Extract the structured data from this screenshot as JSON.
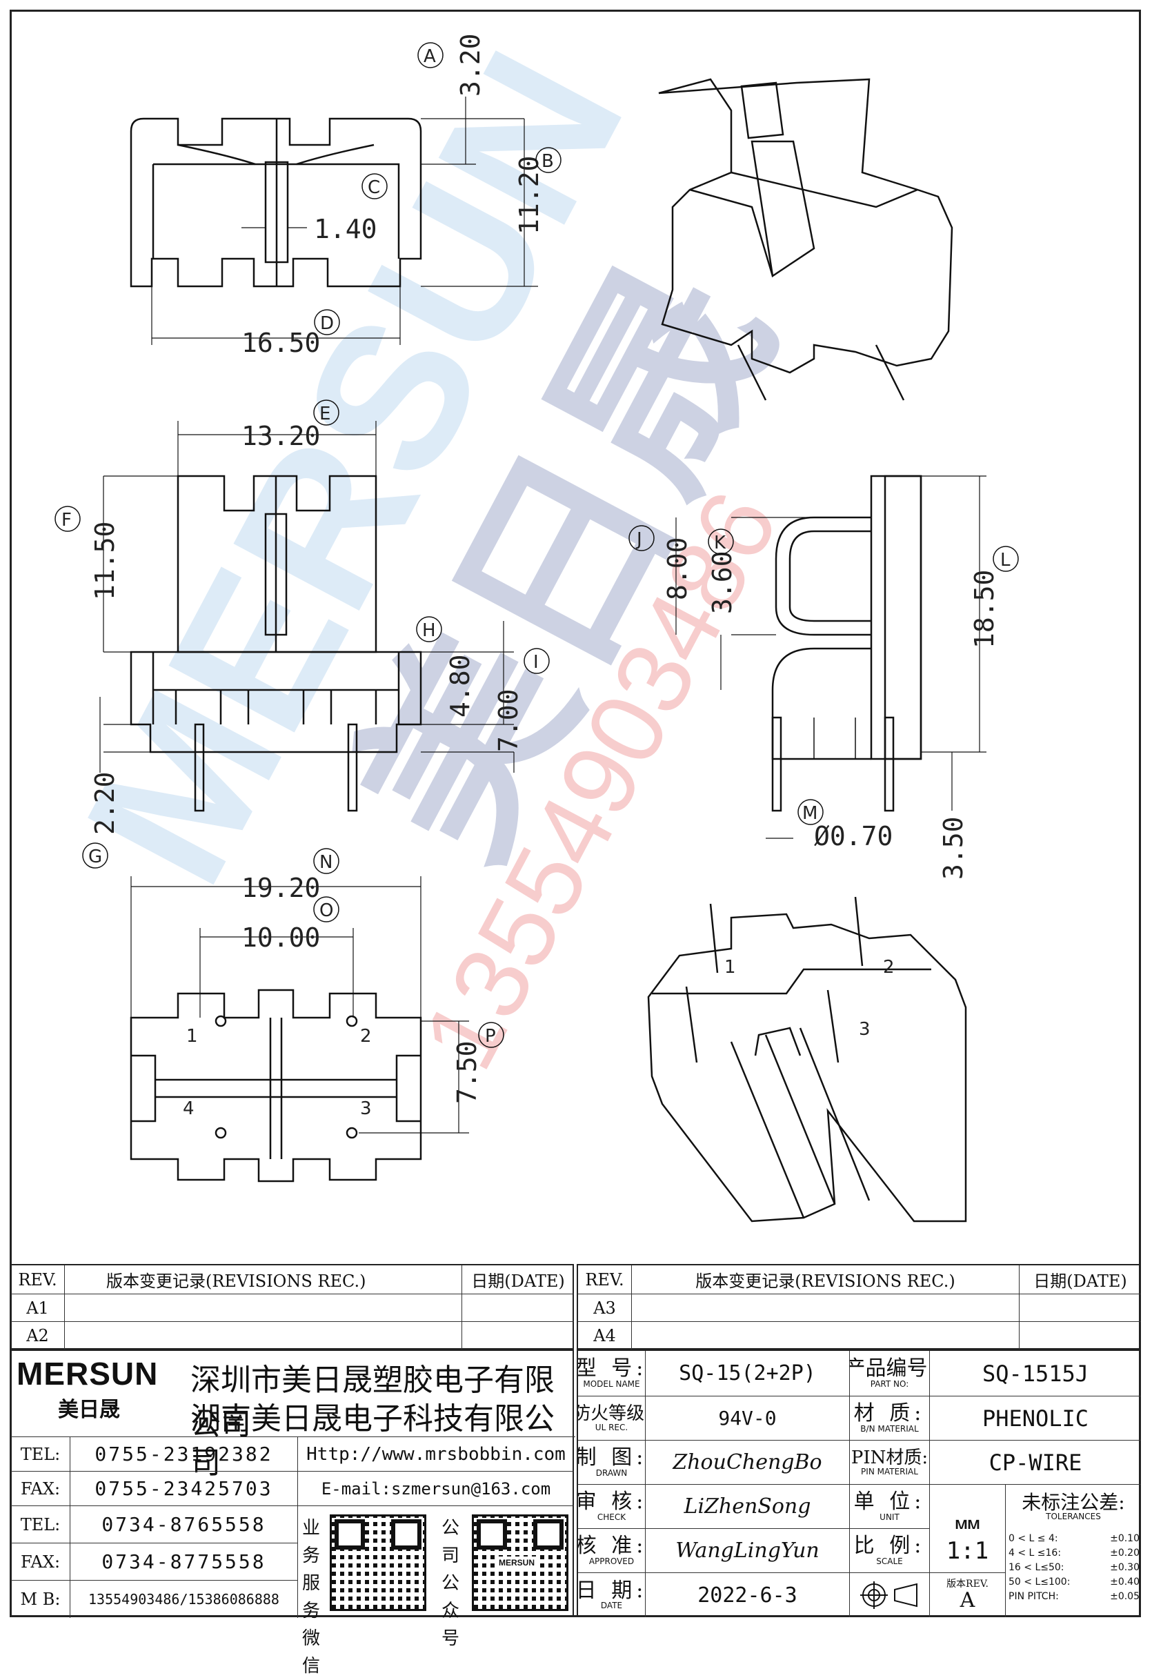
{
  "watermark": {
    "brand": "MERSUN",
    "cn": "美日晟",
    "phone": "13554903486"
  },
  "dims": {
    "A": "A",
    "B": "B",
    "C": "C",
    "D": "D",
    "E": "E",
    "F": "F",
    "G": "G",
    "H": "H",
    "I": "I",
    "J": "J",
    "K": "K",
    "L": "L",
    "M": "M",
    "N": "N",
    "O": "O",
    "P": "P",
    "v320": "3.20",
    "v1120": "11.20",
    "v140": "1.40",
    "v1650": "16.50",
    "v1320": "13.20",
    "v1150": "11.50",
    "v480": "4.80",
    "v700": "7.00",
    "v220": "2.20",
    "v800": "8.00",
    "v360": "3.60",
    "v1850": "18.50",
    "v070": "Ø0.70",
    "v350": "3.50",
    "v1920": "19.20",
    "v1000": "10.00",
    "v750": "7.50",
    "pin1": "1",
    "pin2": "2",
    "pin3": "3",
    "pin4": "4"
  },
  "left_table": {
    "rev_header": "REV.",
    "rec_header": "版本变更记录(REVISIONS REC.)",
    "date_header": "日期(DATE)",
    "rows": [
      "A1",
      "A2"
    ]
  },
  "right_table": {
    "rev_header": "REV.",
    "rec_header": "版本变更记录(REVISIONS REC.)",
    "date_header": "日期(DATE)",
    "rows": [
      "A3",
      "A4"
    ]
  },
  "company": {
    "logo": "MERSUN",
    "logo_cn": "美日晟",
    "name1": "深圳市美日晟塑胶电子有限公司",
    "name2": "湖南美日晟电子科技有限公司"
  },
  "contacts": [
    {
      "label": "TEL:",
      "value": "0755-23192382",
      "extra": "Http://www.mrsbobbin.com"
    },
    {
      "label": "FAX:",
      "value": "0755-23425703",
      "extra": "E-mail:szmersun@163.com"
    },
    {
      "label": "TEL:",
      "value": "0734-8765558"
    },
    {
      "label": "FAX:",
      "value": "0734-8775558"
    },
    {
      "label": "M B:",
      "value": "13554903486/15386086888"
    }
  ],
  "qr": {
    "label1": "业务服务微信",
    "label2": "公司公众号",
    "inner": "MERSUN"
  },
  "spec": {
    "model_label": "型 号:",
    "model_en": "MODEL NAME",
    "model_value": "SQ-15(2+2P)",
    "part_label": "产品编号:",
    "part_en": "PART NO:",
    "part_value": "SQ-1515J",
    "ul_label": "防火等级:",
    "ul_en": "UL REC.",
    "ul_value": "94V-0",
    "mat_label": "材 质:",
    "mat_en": "B/N MATERIAL",
    "mat_value": "PHENOLIC",
    "drawn_label": "制 图:",
    "drawn_en": "DRAWN",
    "drawn_value": "ZhouChengBo",
    "pinmat_label": "PIN材质:",
    "pinmat_en": "PIN MATERIAL",
    "pinmat_value": "CP-WIRE",
    "check_label": "审 核:",
    "check_en": "CHECK",
    "check_value": "LiZhenSong",
    "unit_label": "单 位:",
    "unit_en": "UNIT",
    "unit_value": "MM",
    "tol_label": "未标注公差:",
    "tol_en": "TOLERANCES",
    "approved_label": "核 准:",
    "approved_en": "APPROVED",
    "approved_value": "WangLingYun",
    "scale_label": "比 例:",
    "scale_en": "SCALE",
    "scale_value": "1:1",
    "date_label": "日 期:",
    "date_en": "DATE",
    "date_value": "2022-6-3",
    "rev_label": "版本REV.",
    "rev_value": "A"
  },
  "tolerances": [
    {
      "range": "0 < L ≤ 4:",
      "value": "±0.10"
    },
    {
      "range": "4 < L ≤16:",
      "value": "±0.20"
    },
    {
      "range": "16 < L≤50:",
      "value": "±0.30"
    },
    {
      "range": "50 < L≤100:",
      "value": "±0.40"
    },
    {
      "range": "PIN PITCH:",
      "value": "±0.05"
    }
  ]
}
